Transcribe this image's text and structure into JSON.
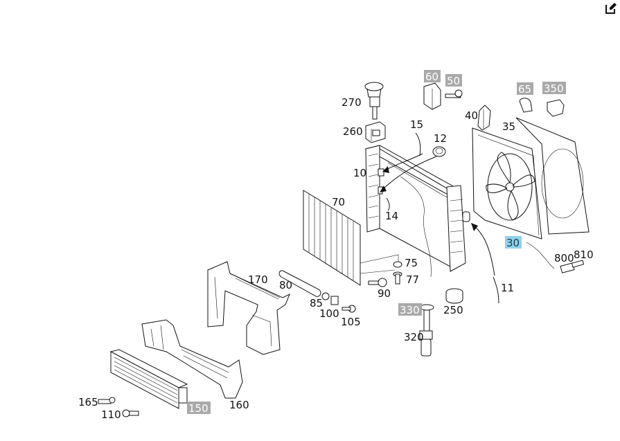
{
  "toolbar": {
    "edit_icon": "edit-icon"
  },
  "callouts": {
    "c270": "270",
    "c260": "260",
    "c60": "60",
    "c50": "50",
    "c15": "15",
    "c12": "12",
    "c10": "10",
    "c14": "14",
    "c40": "40",
    "c65": "65",
    "c350": "350",
    "c35": "35",
    "c70": "70",
    "c30": "30",
    "c800": "800",
    "c810": "810",
    "c75": "75",
    "c77": "77",
    "c90": "90",
    "c80": "80",
    "c85": "85",
    "c100": "100",
    "c105": "105",
    "c170": "170",
    "c11": "11",
    "c330": "330",
    "c250": "250",
    "c320": "320",
    "c165": "165",
    "c110": "110",
    "c150": "150",
    "c160": "160"
  },
  "colors": {
    "gray_tag": "#a9a9a9",
    "blue_tag": "#8fd2ea",
    "ink": "#111111"
  }
}
